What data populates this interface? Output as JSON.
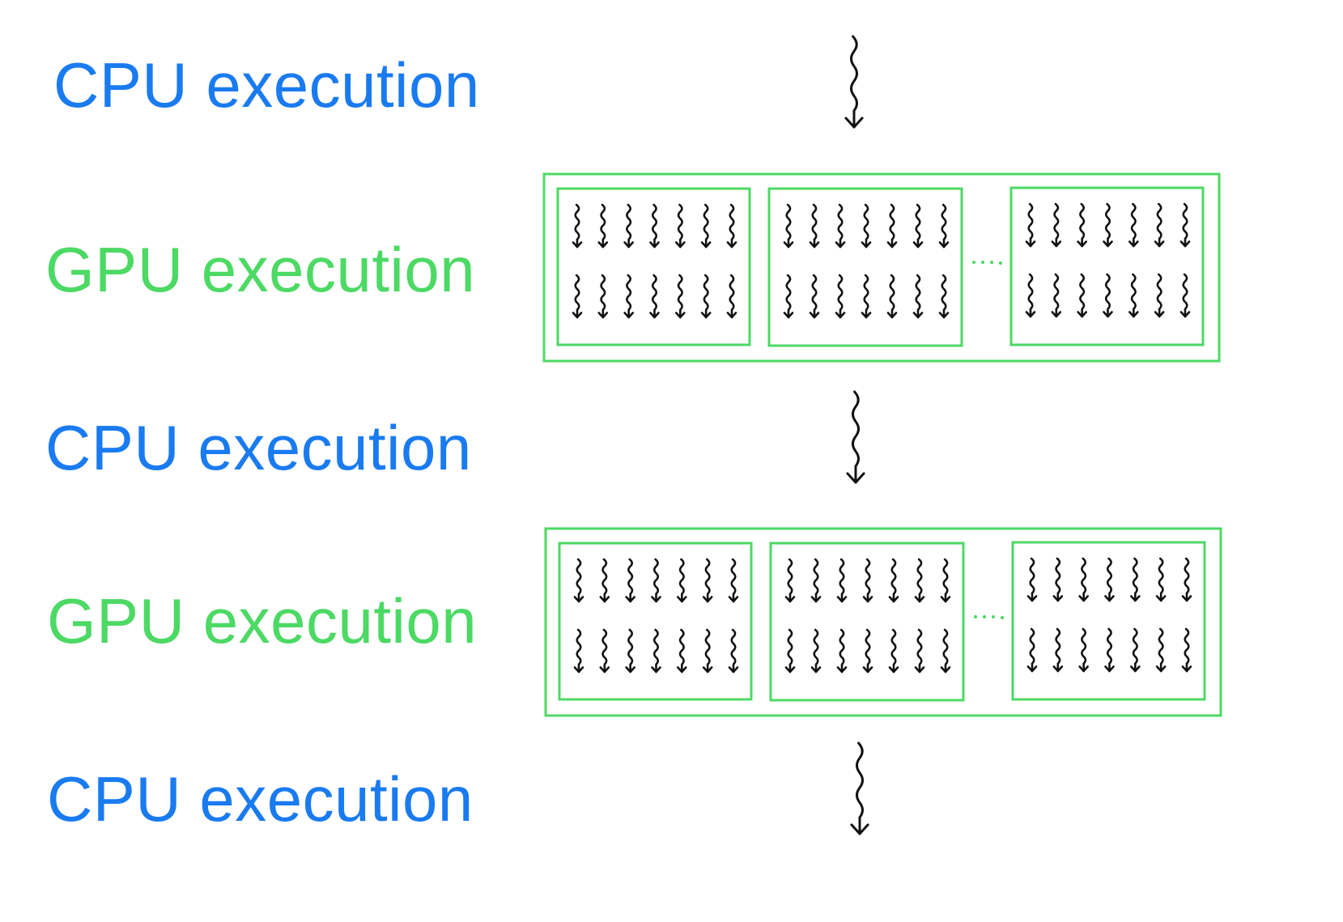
{
  "colors": {
    "cpu": "#1A7BF0",
    "gpu": "#4CD964",
    "thread_ink": "#111111"
  },
  "icons": {
    "thread": "wavy-down-arrow-icon",
    "ellipsis": "dotted-ellipsis"
  },
  "rows": [
    {
      "kind": "cpu",
      "label": "CPU execution"
    },
    {
      "kind": "gpu",
      "label": "GPU execution",
      "blocks_drawn": 3,
      "threads_per_block": 14,
      "has_ellipsis": true
    },
    {
      "kind": "cpu",
      "label": "CPU execution"
    },
    {
      "kind": "gpu",
      "label": "GPU execution",
      "blocks_drawn": 3,
      "threads_per_block": 14,
      "has_ellipsis": true
    },
    {
      "kind": "cpu",
      "label": "CPU execution"
    }
  ]
}
